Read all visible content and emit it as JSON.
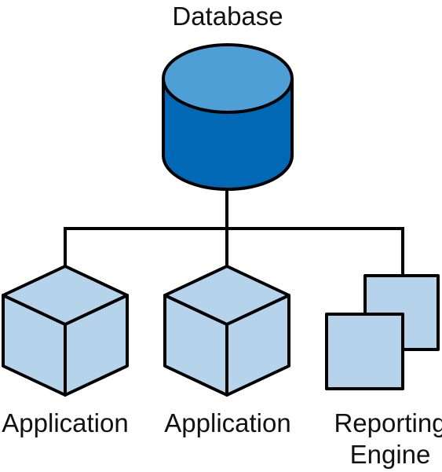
{
  "nodes": {
    "database": {
      "label": "Database"
    },
    "application_left": {
      "label": "Application"
    },
    "application_middle": {
      "label": "Application"
    },
    "reporting_engine": {
      "label_line1": "Reporting",
      "label_line2": "Engine"
    }
  },
  "colors": {
    "database_side": "#0068b5",
    "database_top": "#4d9fd6",
    "box_face": "#b5d4eb",
    "outline": "#000000",
    "text": "#111111"
  }
}
